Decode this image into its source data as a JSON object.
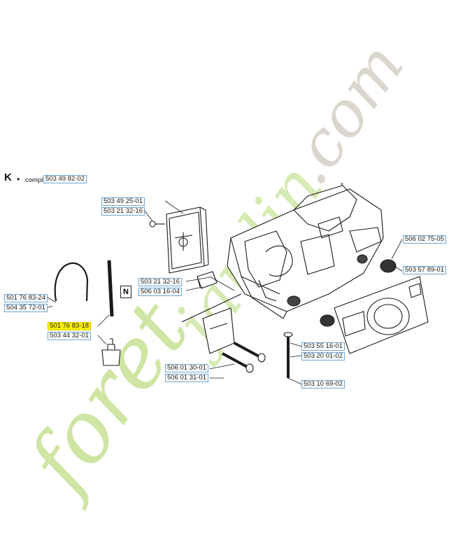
{
  "section": {
    "letter": "K",
    "bullet": "•",
    "compl_label": "compl",
    "compl_part": "503 49 82-02",
    "box_label": "N",
    "star": "*"
  },
  "parts": [
    {
      "id": "p1",
      "number": "503 49 25-01",
      "highlight": false
    },
    {
      "id": "p2",
      "number": "503 21 32-16",
      "highlight": false
    },
    {
      "id": "p3",
      "number": "503 21 32-16",
      "highlight": false
    },
    {
      "id": "p4",
      "number": "506 03 16-04",
      "highlight": false
    },
    {
      "id": "p5",
      "number": "501 76 83-24",
      "highlight": false
    },
    {
      "id": "p6",
      "number": "504 35 72-01",
      "highlight": false
    },
    {
      "id": "p7",
      "number": "501 76 83-18",
      "highlight": true
    },
    {
      "id": "p8",
      "number": "503 44 32-01",
      "highlight": false
    },
    {
      "id": "p9",
      "number": "506 01 30-01",
      "highlight": false
    },
    {
      "id": "p10",
      "number": "506 01 31-01",
      "highlight": false
    },
    {
      "id": "p11",
      "number": "506 02 75-05",
      "highlight": false
    },
    {
      "id": "p12",
      "number": "503 57 89-01",
      "highlight": false
    },
    {
      "id": "p13",
      "number": "503 55 16-01",
      "highlight": false
    },
    {
      "id": "p14",
      "number": "503 20 01-02",
      "highlight": false
    },
    {
      "id": "p15",
      "number": "503 10 69-02",
      "highlight": false
    }
  ],
  "watermark": {
    "text": "foretjardin.com",
    "color_green": "#c9e39a",
    "color_gray": "#d8d2c8"
  },
  "colors": {
    "label_border": "#6aa6d6",
    "highlight": "#fff200"
  }
}
